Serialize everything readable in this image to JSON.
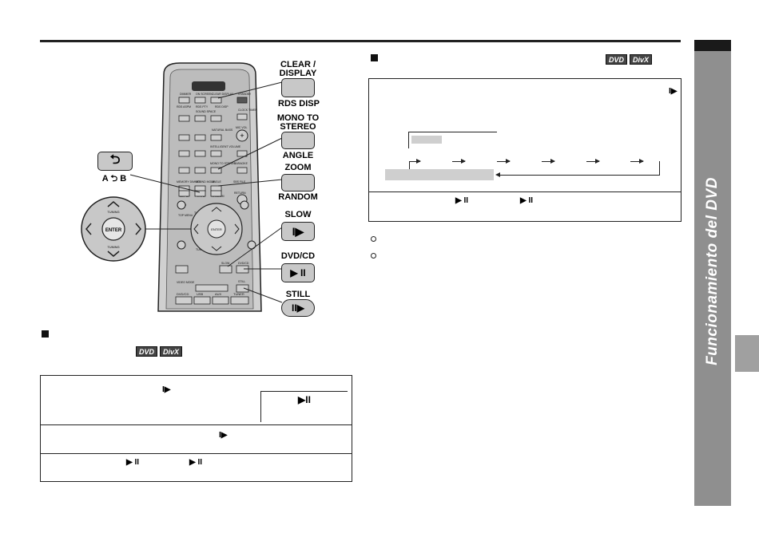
{
  "remote": {
    "labels": {
      "clear_display": "CLEAR / DISPLAY",
      "rds_disp": "RDS DISP",
      "mono_to_stereo": "MONO TO STEREO",
      "angle": "ANGLE",
      "zoom": "ZOOM",
      "random": "RANDOM",
      "slow": "SLOW",
      "dvd_cd": "DVD/CD",
      "still": "STILL",
      "a_b": "A ⮌ B"
    },
    "tiny": {
      "cursor": "CURSOR",
      "enter": "ENTER",
      "tuning": "TUNING",
      "set_up": "SET UP",
      "menu": "MENU",
      "return": "RETURN",
      "usb": "USB",
      "video_mode": "VIDEO MODE",
      "dvdcd": "DVD/CD",
      "usb2": "USB",
      "aux": "AUX",
      "tuner": "TUNER"
    }
  },
  "badges": {
    "dvd": "DVD",
    "divx": "DivX"
  },
  "symbols": {
    "slow_play": "I▶",
    "play_pause": "▶ II",
    "play_pause_box": "▶II"
  },
  "sidebar": {
    "title": "Funcionamiento del DVD"
  }
}
